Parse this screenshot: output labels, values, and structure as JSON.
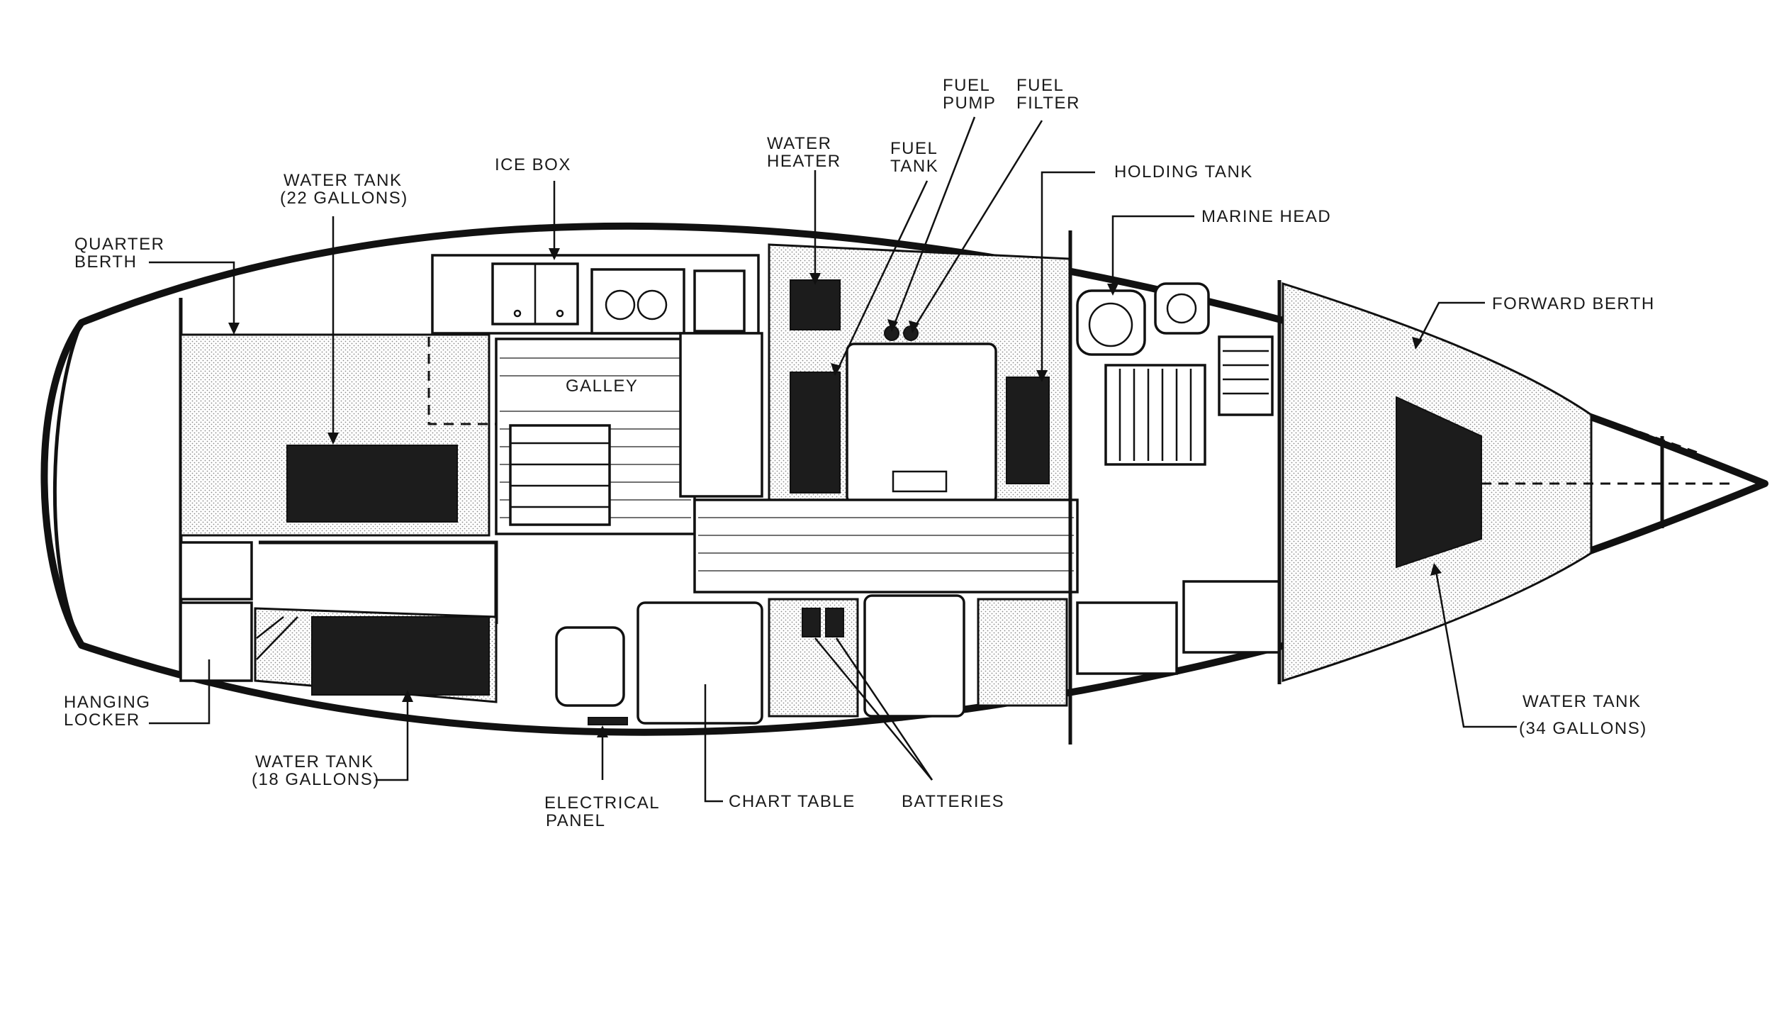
{
  "labels": {
    "quarter_berth": [
      "QUARTER",
      "BERTH"
    ],
    "water_tank_22": [
      "WATER TANK",
      "(22 GALLONS)"
    ],
    "ice_box": "ICE BOX",
    "water_heater": [
      "WATER",
      "HEATER"
    ],
    "fuel_tank": [
      "FUEL",
      "TANK"
    ],
    "fuel_pump": [
      "FUEL",
      "PUMP"
    ],
    "fuel_filter": [
      "FUEL",
      "FILTER"
    ],
    "holding_tank": "HOLDING TANK",
    "marine_head": "MARINE HEAD",
    "forward_berth": "FORWARD BERTH",
    "galley": "GALLEY",
    "hanging_locker": [
      "HANGING",
      "LOCKER"
    ],
    "water_tank_18": [
      "WATER TANK",
      "(18 GALLONS)"
    ],
    "electrical_panel": [
      "ELECTRICAL",
      "PANEL"
    ],
    "chart_table": "CHART TABLE",
    "batteries": "BATTERIES",
    "water_tank_34": [
      "WATER TANK",
      "(34 GALLONS)"
    ]
  },
  "colors": {
    "ink": "#111111",
    "tank_fill": "#1c1c1c",
    "stipple": "#9a9a9a",
    "background": "#ffffff"
  }
}
